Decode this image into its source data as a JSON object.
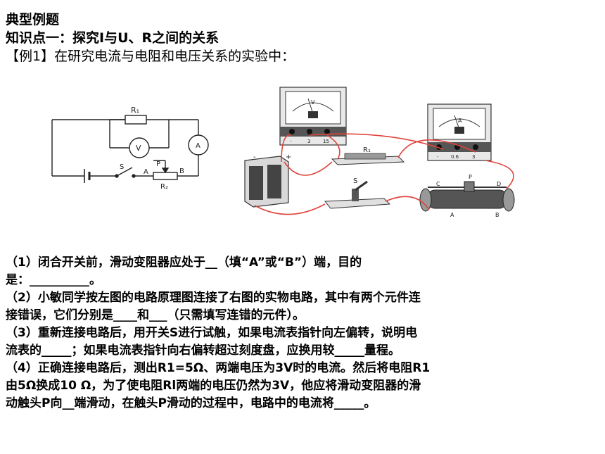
{
  "header": {
    "title": "典型例题",
    "topic": "知识点一：探究I与U、R之间的关系",
    "example": "【例1】在研究电流与电阻和电压关系的实验中："
  },
  "figure": {
    "schematic_labels": {
      "r1": "R₁",
      "voltmeter": "V",
      "ammeter": "A",
      "switch": "S",
      "a": "A",
      "p": "P",
      "b": "B",
      "r2": "R₂"
    },
    "photo_labels": {
      "voltmeter_dial": "V",
      "voltmeter_minus": "-",
      "voltmeter_3": "3",
      "voltmeter_15": "15",
      "ammeter_dial": "A",
      "ammeter_minus": "-",
      "ammeter_06": "0.6",
      "ammeter_3": "3",
      "battery_minus": "-",
      "battery_plus": "+",
      "r1": "R₁",
      "switch": "S",
      "c": "C",
      "p": "P",
      "d": "D",
      "a": "A",
      "b": "B"
    }
  },
  "questions": [
    "（1）闭合开关前，滑动变阻器应处于__（填“A”或“B”）端，目的",
    "是：__________。",
    "（2）小敏同学按左图的电路原理图连接了右图的实物电路，其中有两个元件连",
    "接错误，它们分别是____和___（只需填写连错的元件）。",
    " （3）重新连接电路后，用开关S进行试触，如果电流表指针向左偏转，说明电",
    "流表的_____；如果电流表指针向右偏转超过刻度盘，应换用较_____量程。",
    "（4）正确连接电路后，测出R1=5Ω、两端电压为3V时的电流。然后将电阻R1",
    "由5Ω换成10 Ω，为了使电阻Rl两端的电压仍然为3V，他应将滑动变阻器的滑",
    "动触头P向__端滑动，在触头P滑动的过程中，电路中的电流将_____。"
  ]
}
